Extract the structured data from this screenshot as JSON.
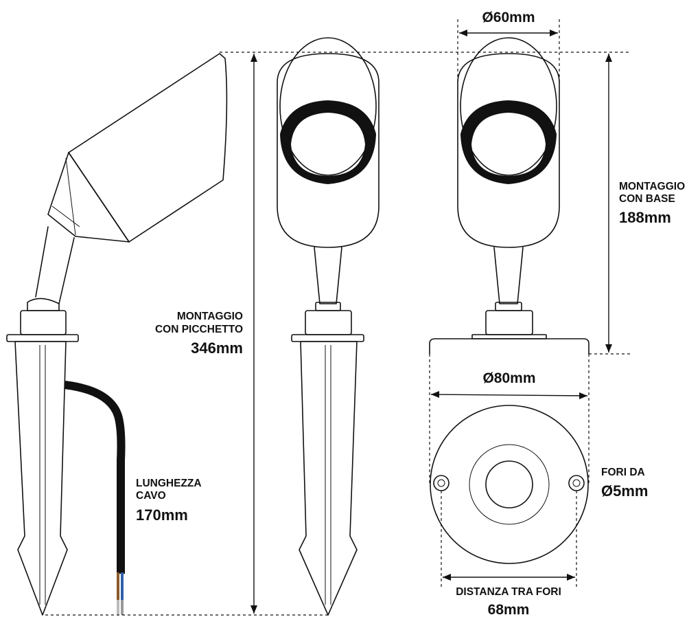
{
  "labels": {
    "head_diameter": "Ø60mm",
    "base_diameter": "Ø80mm",
    "base_mount_line1": "MONTAGGIO",
    "base_mount_line2": "CON BASE",
    "base_mount_value": "188mm",
    "spike_mount_line1": "MONTAGGIO",
    "spike_mount_line2": "CON PICCHETTO",
    "spike_mount_value": "346mm",
    "cable_line1": "LUNGHEZZA",
    "cable_line2": "CAVO",
    "cable_value": "170mm",
    "holes_line1": "FORI DA",
    "holes_value": "Ø5mm",
    "hole_distance_label": "DISTANZA TRA FORI",
    "hole_distance_value": "68mm"
  },
  "colors": {
    "line": "#111111",
    "cable": "#111111",
    "wire_brown": "#8a5a2b",
    "wire_blue": "#2f5fa8",
    "background": "#ffffff"
  }
}
